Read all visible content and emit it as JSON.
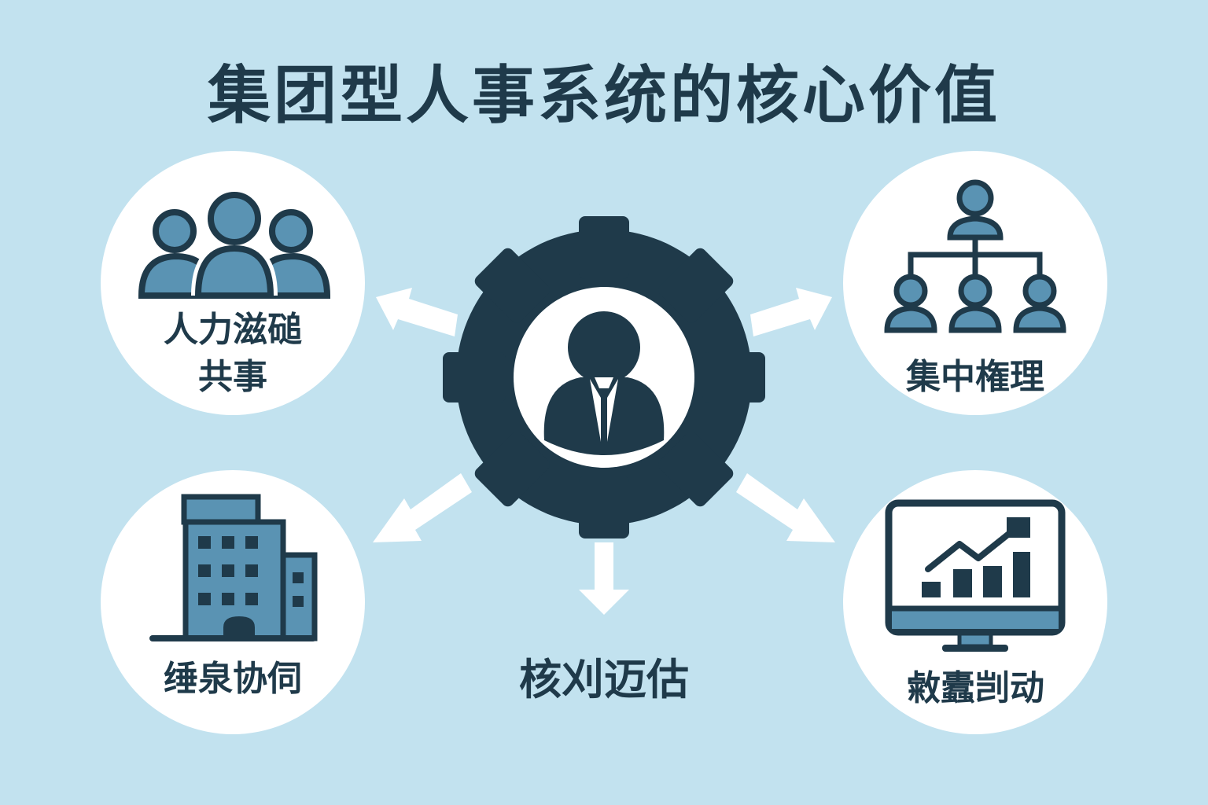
{
  "title": "集团型人事系统的核心价值",
  "colors": {
    "background": "#c2e2ef",
    "dark": "#1f3a4a",
    "accent": "#5a93b3",
    "white": "#ffffff"
  },
  "center": {
    "icon": "gear-with-person-icon",
    "label": "核刈迈估"
  },
  "nodes": [
    {
      "position": "top-left",
      "icon": "people-group-icon",
      "label_line1": "人力滋磓",
      "label_line2": "共事"
    },
    {
      "position": "top-right",
      "icon": "org-chart-icon",
      "label_line1": "集中権理"
    },
    {
      "position": "bottom-left",
      "icon": "office-building-icon",
      "label_line1": "缍泉协伺"
    },
    {
      "position": "bottom-right",
      "icon": "monitor-chart-icon",
      "label_line1": "敹蠹剀动"
    }
  ],
  "arrows": [
    {
      "direction": "up-left",
      "to": "top-left"
    },
    {
      "direction": "up-right",
      "to": "top-right"
    },
    {
      "direction": "down-left",
      "to": "bottom-left"
    },
    {
      "direction": "down-right",
      "to": "bottom-right"
    },
    {
      "direction": "down",
      "to": "center-label"
    }
  ]
}
